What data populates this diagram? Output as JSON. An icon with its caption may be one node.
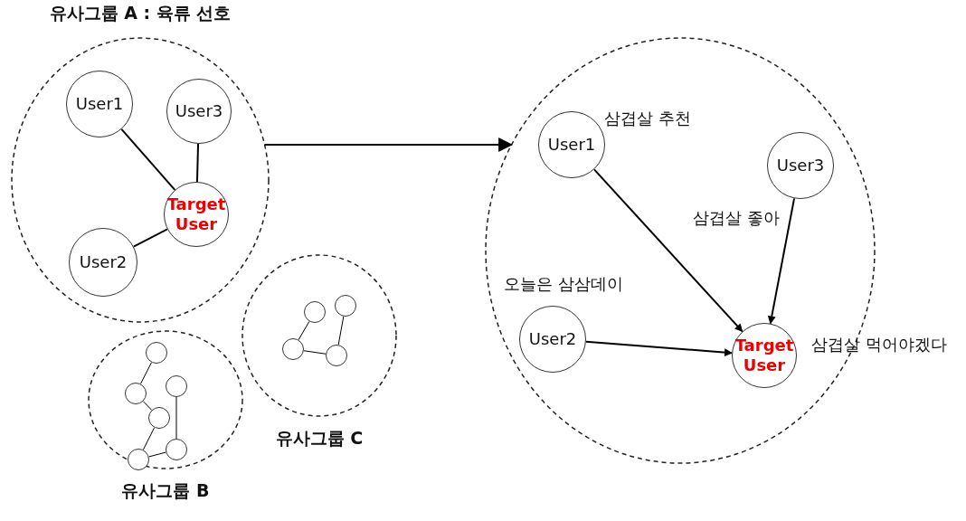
{
  "diagram": {
    "nodes": [
      {
        "text": [
          "유사그룹 A : 육류 선호"
        ]
      },
      {
        "text": [
          "User1"
        ],
        "in": 0
      },
      {
        "text": [
          "User3"
        ],
        "in": 0
      },
      {
        "text": [
          "Target User"
        ],
        "in": 0
      },
      {
        "text": [
          "User2"
        ],
        "in": 0
      },
      {
        "text": [],
        "shape": "circle"
      },
      {
        "text": [
          "User1"
        ],
        "in": 5,
        "beside": [
          "삼겹살 추천"
        ]
      },
      {
        "text": [
          "User3"
        ],
        "in": 5,
        "beside": [
          "삼겹살 좋아"
        ]
      },
      {
        "text": [
          "User2"
        ],
        "in": 5,
        "beside": [
          "오늘은 삼삼데이"
        ]
      },
      {
        "text": [
          "Target User"
        ],
        "in": 5,
        "beside": [
          "삼겹살 먹어야겠다"
        ]
      },
      {
        "text": [
          "유사그룹 C"
        ]
      },
      {
        "text": [],
        "shape": "circle",
        "in": 10
      },
      {
        "text": [],
        "shape": "circle",
        "in": 10
      },
      {
        "text": [],
        "shape": "circle",
        "in": 10
      },
      {
        "text": [],
        "shape": "circle",
        "in": 10
      },
      {
        "text": [
          "유사그룹 B"
        ]
      },
      {
        "text": [],
        "shape": "circle",
        "in": 15
      },
      {
        "text": [],
        "shape": "circle",
        "in": 15
      },
      {
        "text": [],
        "shape": "circle",
        "in": 15
      },
      {
        "text": [],
        "shape": "circle",
        "in": 15
      },
      {
        "text": [],
        "shape": "circle",
        "in": 15
      },
      {
        "text": [],
        "shape": "circle",
        "in": 15
      }
    ],
    "edges": [
      {
        "from": 1,
        "to": 3,
        "arrow": "none"
      },
      {
        "from": 2,
        "to": 3,
        "arrow": "none"
      },
      {
        "from": 4,
        "to": 3,
        "arrow": "none"
      },
      {
        "from": 0,
        "to": 5,
        "arrow": "to"
      },
      {
        "from": 6,
        "to": 9,
        "arrow": "to"
      },
      {
        "from": 7,
        "to": 9,
        "arrow": "to"
      },
      {
        "from": 8,
        "to": 9,
        "arrow": "to"
      },
      {
        "from": 11,
        "to": 13,
        "arrow": "none"
      },
      {
        "from": 13,
        "to": 14,
        "arrow": "none"
      },
      {
        "from": 14,
        "to": 12,
        "arrow": "none"
      },
      {
        "from": 16,
        "to": 17,
        "arrow": "none"
      },
      {
        "from": 17,
        "to": 19,
        "arrow": "none"
      },
      {
        "from": 19,
        "to": 20,
        "arrow": "none"
      },
      {
        "from": 20,
        "to": 21,
        "arrow": "none"
      },
      {
        "from": 18,
        "to": 21,
        "arrow": "none"
      }
    ]
  }
}
